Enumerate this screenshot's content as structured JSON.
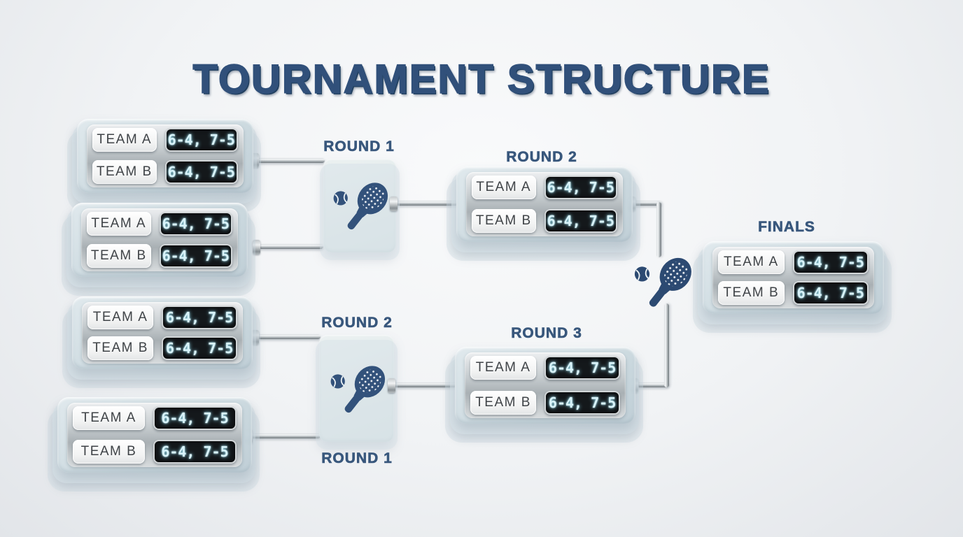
{
  "title": "TOURNAMENT STRUCTURE",
  "labels": {
    "junction1_top": "ROUND 1",
    "junction2_top": "ROUND 2",
    "junction2_bottom": "ROUND 1",
    "semi1": "ROUND 2",
    "semi2": "ROUND 3",
    "final": "FINALS"
  },
  "matches": {
    "quarterfinals": [
      {
        "rows": [
          {
            "team": "TEAM A",
            "score": "6-4, 7-5"
          },
          {
            "team": "TEAM B",
            "score": "6-4, 7-5"
          }
        ]
      },
      {
        "rows": [
          {
            "team": "TEAM A",
            "score": "6-4, 7-5"
          },
          {
            "team": "TEAM B",
            "score": "6-4, 7-5"
          }
        ]
      },
      {
        "rows": [
          {
            "team": "TEAM A",
            "score": "6-4, 7-5"
          },
          {
            "team": "TEAM B",
            "score": "6-4, 7-5"
          }
        ]
      },
      {
        "rows": [
          {
            "team": "TEAM A",
            "score": "6-4, 7-5"
          },
          {
            "team": "TEAM B",
            "score": "6-4, 7-5"
          }
        ]
      }
    ],
    "semifinals": [
      {
        "rows": [
          {
            "team": "TEAM A",
            "score": "6-4, 7-5"
          },
          {
            "team": "TEAM B",
            "score": "6-4, 7-5"
          }
        ]
      },
      {
        "rows": [
          {
            "team": "TEAM A",
            "score": "6-4, 7-5"
          },
          {
            "team": "TEAM B",
            "score": "6-4, 7-5"
          }
        ]
      }
    ],
    "final": {
      "rows": [
        {
          "team": "TEAM A",
          "score": "6-4, 7-5"
        },
        {
          "team": "TEAM B",
          "score": "6-4, 7-5"
        }
      ]
    }
  },
  "icons": {
    "junction1": "padel-racket-ball-icon",
    "junction2": "padel-racket-ball-icon",
    "finals_divider": "padel-racket-ball-icon"
  },
  "colors": {
    "title": "#31507a",
    "round_label": "#38577c",
    "background": "#f1f3f5",
    "glass": "#d4e0e5",
    "metal_tray": "#b9bfc3",
    "team_pill_bg": "#f5f6f6",
    "team_text": "#3f4347",
    "score_bg": "#14181b",
    "score_text": "#d9f3fa",
    "racket": "#33527b"
  }
}
